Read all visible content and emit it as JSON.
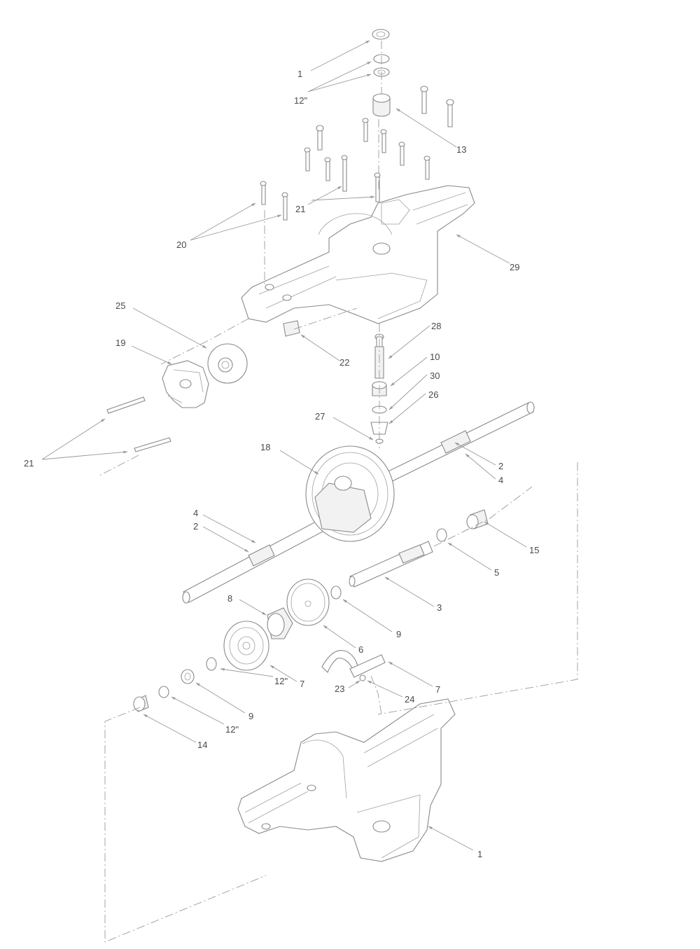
{
  "callouts": [
    {
      "id": "c1_top",
      "text": "1"
    },
    {
      "id": "c12_top",
      "text": "12\""
    },
    {
      "id": "c13",
      "text": "13"
    },
    {
      "id": "c21_top",
      "text": "21"
    },
    {
      "id": "c20",
      "text": "20"
    },
    {
      "id": "c29",
      "text": "29"
    },
    {
      "id": "c25",
      "text": "25"
    },
    {
      "id": "c19",
      "text": "19"
    },
    {
      "id": "c22",
      "text": "22"
    },
    {
      "id": "c28",
      "text": "28"
    },
    {
      "id": "c10",
      "text": "10"
    },
    {
      "id": "c30",
      "text": "30"
    },
    {
      "id": "c26",
      "text": "26"
    },
    {
      "id": "c27",
      "text": "27"
    },
    {
      "id": "c21_left",
      "text": "21"
    },
    {
      "id": "c18",
      "text": "18"
    },
    {
      "id": "c2_right",
      "text": "2"
    },
    {
      "id": "c4_right",
      "text": "4"
    },
    {
      "id": "c4_left",
      "text": "4"
    },
    {
      "id": "c2_left",
      "text": "2"
    },
    {
      "id": "c15",
      "text": "15"
    },
    {
      "id": "c5",
      "text": "5"
    },
    {
      "id": "c3",
      "text": "3"
    },
    {
      "id": "c8",
      "text": "8"
    },
    {
      "id": "c9_mid",
      "text": "9"
    },
    {
      "id": "c6",
      "text": "6"
    },
    {
      "id": "c7_mid",
      "text": "7"
    },
    {
      "id": "c7_right",
      "text": "7"
    },
    {
      "id": "c12_mid",
      "text": "12\""
    },
    {
      "id": "c9_low",
      "text": "9"
    },
    {
      "id": "c12_low",
      "text": "12\""
    },
    {
      "id": "c23",
      "text": "23"
    },
    {
      "id": "c24",
      "text": "24"
    },
    {
      "id": "c14",
      "text": "14"
    },
    {
      "id": "c1_bottom",
      "text": "1"
    }
  ]
}
